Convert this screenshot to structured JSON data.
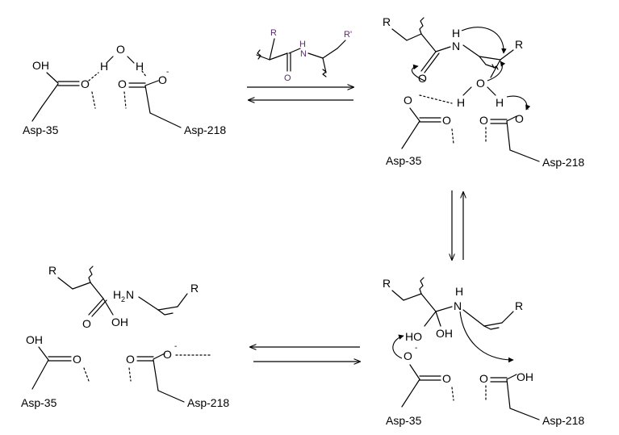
{
  "residues": {
    "asp35": "Asp-35",
    "asp218": "Asp-218"
  },
  "atoms": {
    "O": "O",
    "OH": "OH",
    "HO": "HO",
    "H": "H",
    "N": "N",
    "R": "R",
    "Rprime": "R'",
    "H2N_H": "H",
    "H2N_2": "2",
    "H2N_N": "N",
    "minus": "-"
  }
}
